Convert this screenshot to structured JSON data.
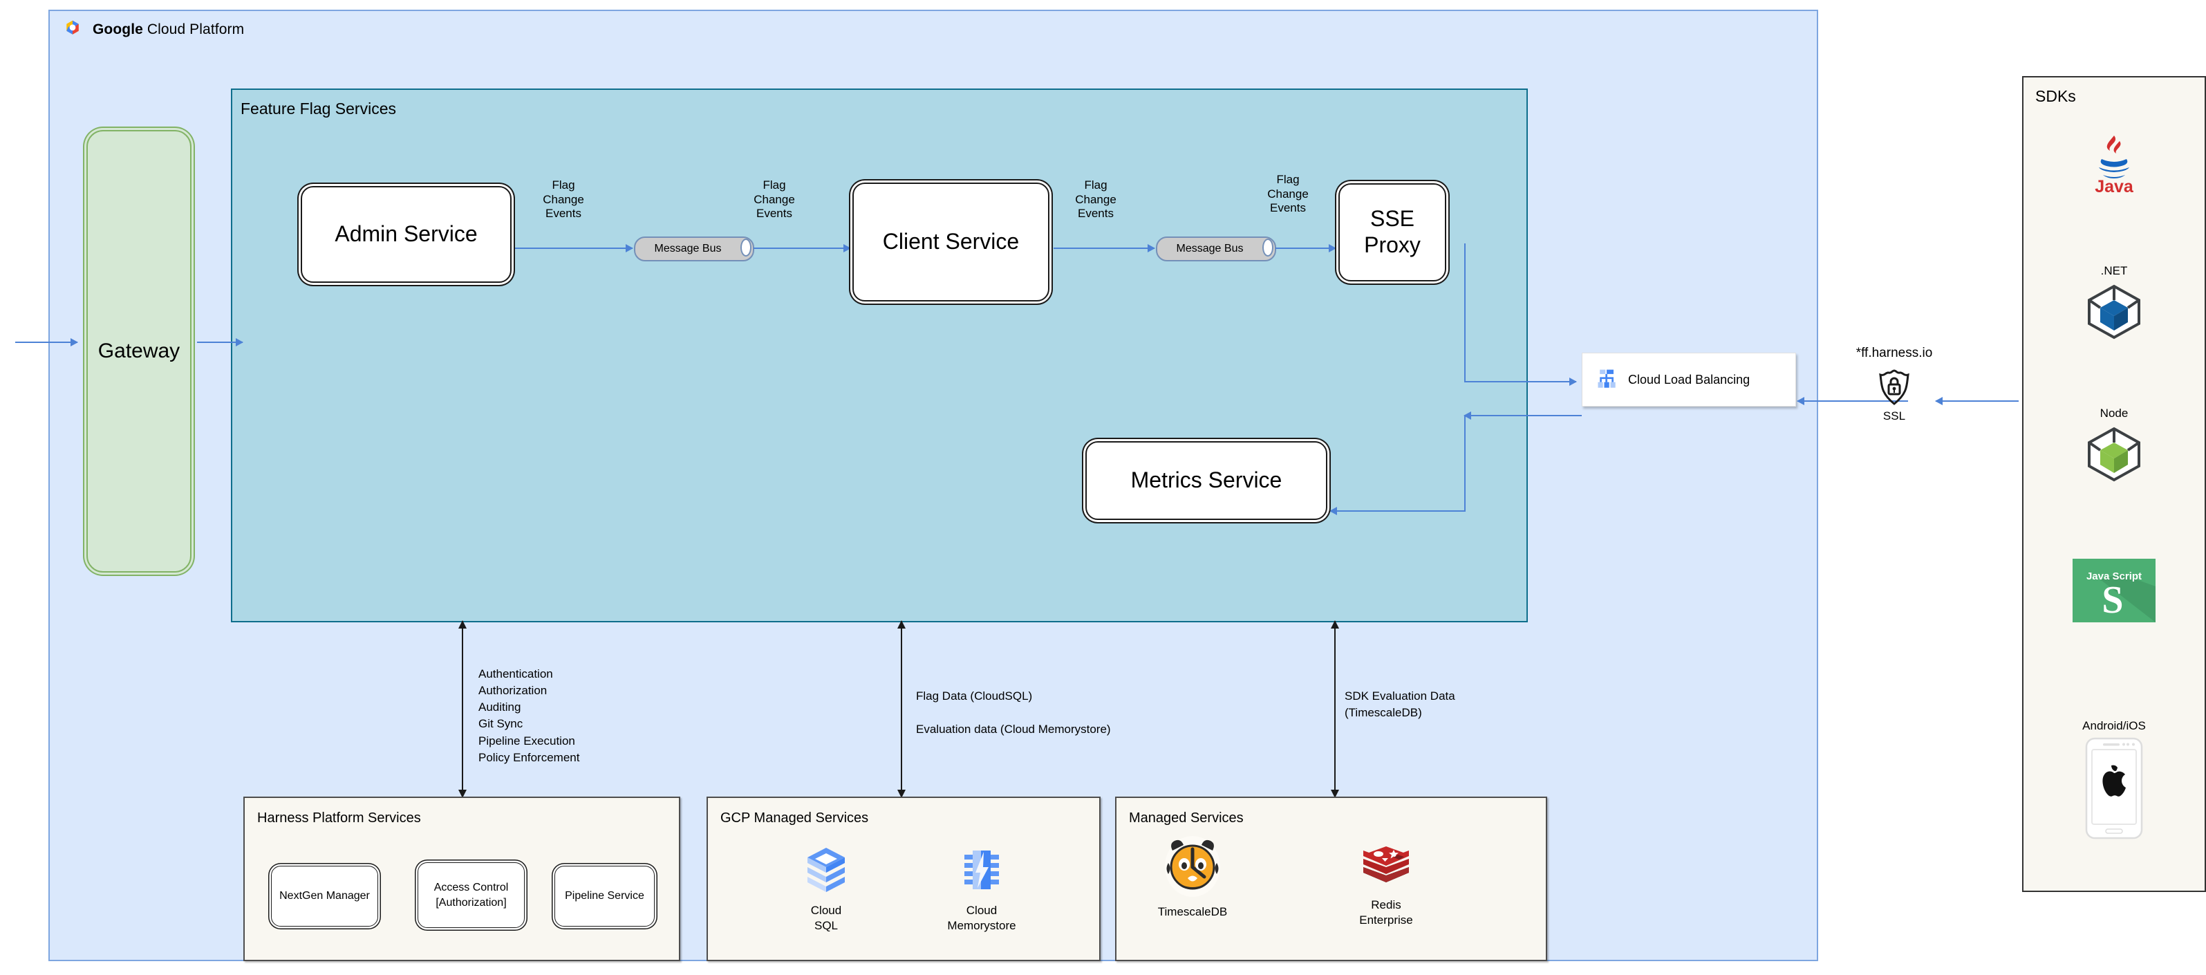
{
  "gcp": {
    "title_bold": "Google",
    "title_rest": " Cloud Platform",
    "logo_icon": "google-cloud-logo"
  },
  "feature_flag_services": {
    "title": "Feature Flag Services",
    "services": [
      {
        "name": "admin-service",
        "label": "Admin Service"
      },
      {
        "name": "client-service",
        "label": "Client Service"
      },
      {
        "name": "sse-proxy",
        "label": "SSE\nProxy"
      },
      {
        "name": "metrics-service",
        "label": "Metrics Service"
      }
    ],
    "buses": [
      {
        "name": "message-bus-1",
        "label": "Message Bus"
      },
      {
        "name": "message-bus-2",
        "label": "Message Bus"
      }
    ],
    "edge_labels": [
      {
        "name": "flag-change-events-1",
        "label": "Flag\nChange\nEvents"
      },
      {
        "name": "flag-change-events-2",
        "label": "Flag\nChange\nEvents"
      },
      {
        "name": "flag-change-events-3",
        "label": "Flag\nChange\nEvents"
      },
      {
        "name": "flag-change-events-4",
        "label": "Flag\nChange\nEvents"
      }
    ]
  },
  "gateway": {
    "label": "Gateway"
  },
  "load_balancer": {
    "label": "Cloud Load Balancing",
    "icon": "cloud-load-balancing-icon"
  },
  "ssl": {
    "host": "*ff.harness.io",
    "label": "SSL",
    "icon": "ssl-shield-lock-icon"
  },
  "notes": [
    {
      "name": "harness-platform-note",
      "text": "Authentication\nAuthorization\nAuditing\nGit Sync\nPipeline Execution\nPolicy Enforcement"
    },
    {
      "name": "gcp-data-note",
      "text": "Flag Data (CloudSQL)\n\nEvaluation data (Cloud Memorystore)"
    },
    {
      "name": "timescale-note",
      "text": "SDK Evaluation Data\n(TimescaleDB)"
    }
  ],
  "groups": [
    {
      "name": "harness-platform-services",
      "title": "Harness Platform Services",
      "items": [
        {
          "name": "nextgen-manager",
          "label": "NextGen Manager"
        },
        {
          "name": "access-control",
          "label": "Access Control\n[Authorization]"
        },
        {
          "name": "pipeline-service",
          "label": "Pipeline Service"
        }
      ]
    },
    {
      "name": "gcp-managed-services",
      "title": "GCP Managed Services",
      "items": [
        {
          "name": "cloud-sql",
          "label": "Cloud\nSQL",
          "icon": "cloud-sql-icon"
        },
        {
          "name": "cloud-memorystore",
          "label": "Cloud\nMemorystore",
          "icon": "cloud-memorystore-icon"
        }
      ]
    },
    {
      "name": "managed-services",
      "title": "Managed Services",
      "items": [
        {
          "name": "timescaledb",
          "label": "TimescaleDB",
          "icon": "timescaledb-tiger-icon"
        },
        {
          "name": "redis-enterprise",
          "label": "Redis\nEnterprise",
          "icon": "redis-icon"
        }
      ]
    }
  ],
  "sdks": {
    "title": "SDKs",
    "items": [
      {
        "name": "sdk-java",
        "label": "",
        "wordmark": "Java",
        "icon": "java-logo-icon"
      },
      {
        "name": "sdk-dotnet",
        "label": ".NET",
        "icon": "dotnet-cube-icon"
      },
      {
        "name": "sdk-node",
        "label": "Node",
        "icon": "node-cube-icon"
      },
      {
        "name": "sdk-javascript",
        "label": "",
        "wordmark": "Java Script",
        "icon": "javascript-tile-icon"
      },
      {
        "name": "sdk-android-ios",
        "label": "Android/iOS",
        "icon": "mobile-apple-icon"
      }
    ]
  },
  "colors": {
    "gcp_panel": "#dae8fc",
    "gcp_border": "#7ea6e0",
    "ffs_panel": "#aed8e6",
    "ffs_border": "#0e6e8c",
    "gateway_fill": "#d5e8d4",
    "gateway_border": "#82b366",
    "group_fill": "#f9f7f1",
    "arrow_blue": "#4d82d6",
    "bus_fill": "#cccccc"
  }
}
